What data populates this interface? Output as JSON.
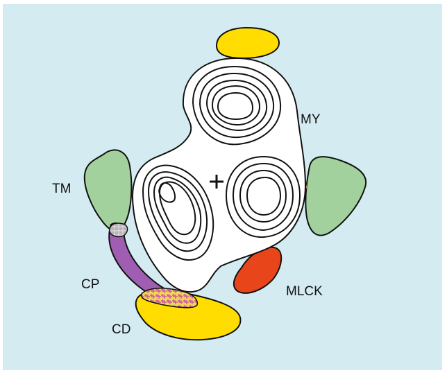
{
  "labels": {
    "my": "MY",
    "tm": "TM",
    "cp": "CP",
    "cd": "CD",
    "mlck": "MLCK"
  },
  "colors": {
    "background": "#d4ecf1",
    "yellow": "#ffdd00",
    "green": "#a3d19d",
    "purple": "#a05eb3",
    "red": "#e8461a",
    "orange": "#f0922a",
    "overlap_grey": "#b9b3b8",
    "overlap_yellow": "#f0d850",
    "outline": "#111111",
    "contour": "#111111"
  },
  "markers": {
    "center_mark": "plus-sign"
  }
}
